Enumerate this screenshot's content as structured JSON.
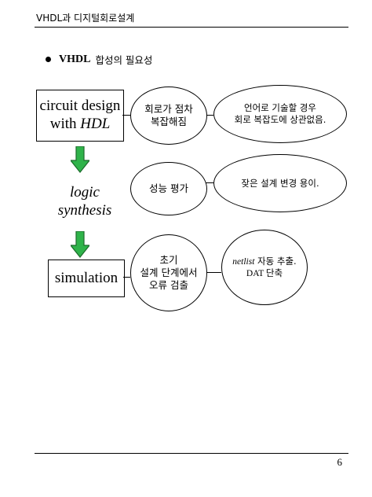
{
  "header": {
    "title": "VHDL과 디지털회로설계"
  },
  "bullet": {
    "strong": "VHDL",
    "rest": "합성의 필요성"
  },
  "flow": {
    "box1": {
      "line1": "circuit design",
      "line2_prefix": "with ",
      "line2_em": "HDL"
    },
    "box2": {
      "line1": "logic",
      "line2": "synthesis"
    },
    "box3": {
      "text": "simulation"
    }
  },
  "notes": {
    "n1": {
      "line1": "회로가 점차",
      "line2": "복잡해짐"
    },
    "n2": {
      "line1": "언어로 기술할 경우",
      "line2": "회로 복잡도에 상관없음."
    },
    "n3": {
      "text": "성능 평가"
    },
    "n4": {
      "text": "잦은 설계 변경 용이."
    },
    "n5": {
      "line1": "초기",
      "line2": "설계 단계에서",
      "line3": "오류 검출"
    },
    "n6": {
      "line1_em": "netlist",
      "line1_rest": " 자동 추출.",
      "line2": "DAT 단축"
    }
  },
  "colors": {
    "arrow_fill": "#2fb34a",
    "arrow_stroke": "#1d6b2c"
  },
  "footer": {
    "page_number": "6"
  }
}
